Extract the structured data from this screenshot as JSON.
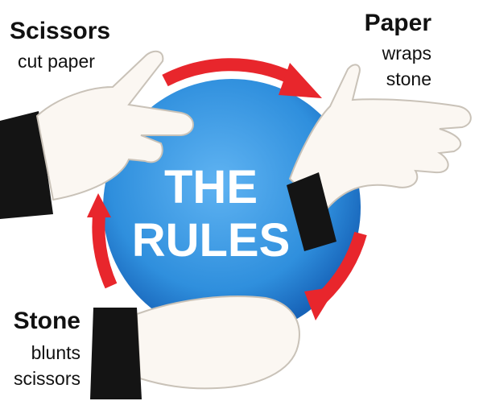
{
  "center": {
    "line1": "THE",
    "line2": "RULES"
  },
  "rules": {
    "scissors": {
      "title": "Scissors",
      "text": "cut paper"
    },
    "paper": {
      "title": "Paper",
      "text_line1": "wraps",
      "text_line2": "stone"
    },
    "stone": {
      "title": "Stone",
      "text_line1": "blunts",
      "text_line2": "scissors"
    }
  },
  "colors": {
    "circle": "#2f8fdd",
    "circle_dark": "#1763b8",
    "arrow": "#e8262c",
    "sleeve": "#141414",
    "skin": "#fbf7f2"
  },
  "icons": [
    "scissors-hand-icon",
    "paper-hand-icon",
    "stone-fist-icon",
    "cycle-arrow-icon"
  ]
}
